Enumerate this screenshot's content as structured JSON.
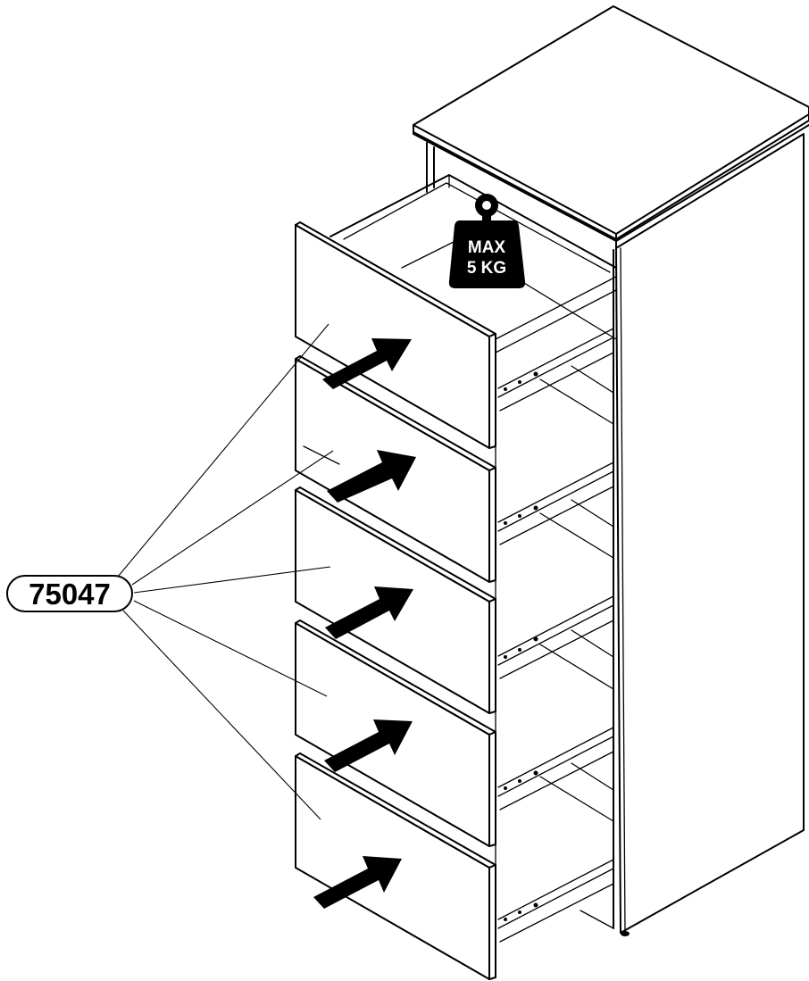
{
  "part_label": {
    "number": "75047"
  },
  "weight_limit": {
    "line1": "MAX",
    "line2": "5 KG",
    "icon": "weight-icon"
  },
  "drawers": {
    "count": 5,
    "arrow_icon": "push-in-arrow-icon"
  },
  "colors": {
    "ink": "#000000",
    "paper": "#ffffff"
  }
}
